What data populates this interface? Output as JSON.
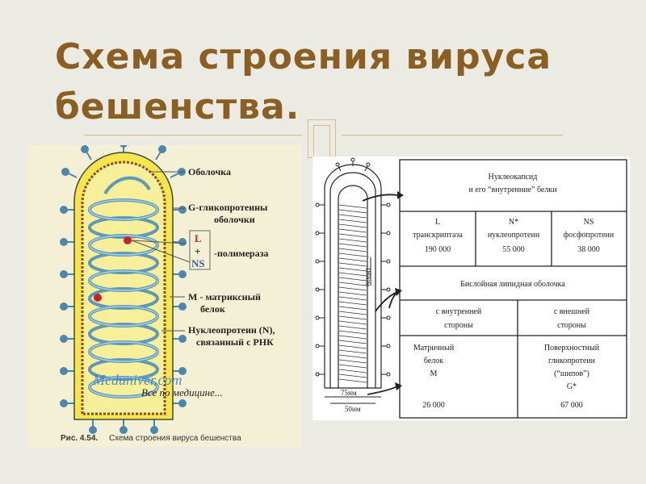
{
  "slide": {
    "title": "Схема строения вируса бешенства."
  },
  "left_figure": {
    "labels": {
      "envelope": "Оболочка",
      "glycoproteins_line1": "G-гликопротеины",
      "glycoproteins_line2": "оболочки",
      "l": "L",
      "plus": "+",
      "ns": "NS",
      "polymerase": "-полимераза",
      "matrix_line1": "М - матриксный",
      "matrix_line2": "белок",
      "nucleoprotein_line1": "Нуклеопротеин (N),",
      "nucleoprotein_line2": "связанный с РНК"
    },
    "watermark_line1": "Meduniver.com",
    "watermark_line2": "Все по медицине...",
    "caption_bold": "Рис. 4.54.",
    "caption_text": "Схема строения вируса бешенства"
  },
  "right_figure": {
    "dim_height": "180нм",
    "dim_width": "75нм",
    "dim_inner": "50нм",
    "table": {
      "nucleocapsid_line1": "Нуклеокапсид",
      "nucleocapsid_line2": "и его “внутренние” белки",
      "l_title": "L",
      "l_name": "транскриптаза",
      "l_mass": "190 000",
      "n_title": "N*",
      "n_name": "нуклеопротеин",
      "n_mass": "55 000",
      "ns_title": "NS",
      "ns_name": "фосфопротеин",
      "ns_mass": "38 000",
      "bilayer": "Бислойная липидная оболочка",
      "inner_line1": "с внутренней",
      "inner_line2": "стороны",
      "outer_line1": "с внешней",
      "outer_line2": "стороны",
      "matrix_line1": "Матричный",
      "matrix_line2": "белок",
      "matrix_line3": "М",
      "matrix_mass": "26 000",
      "surface_line1": "Поверхностный",
      "surface_line2": "гликопротеин",
      "surface_line3": "(“шипов”)",
      "surface_line4": "G*",
      "surface_mass": "67 000"
    }
  },
  "colors": {
    "title": "#8b5e22",
    "decor": "#d9b98c",
    "envelope_yellow": "#f5e64b",
    "spike_blue": "#4d87ad",
    "helix_blue": "#7db3cc",
    "polymerase_red": "#c8232c"
  }
}
